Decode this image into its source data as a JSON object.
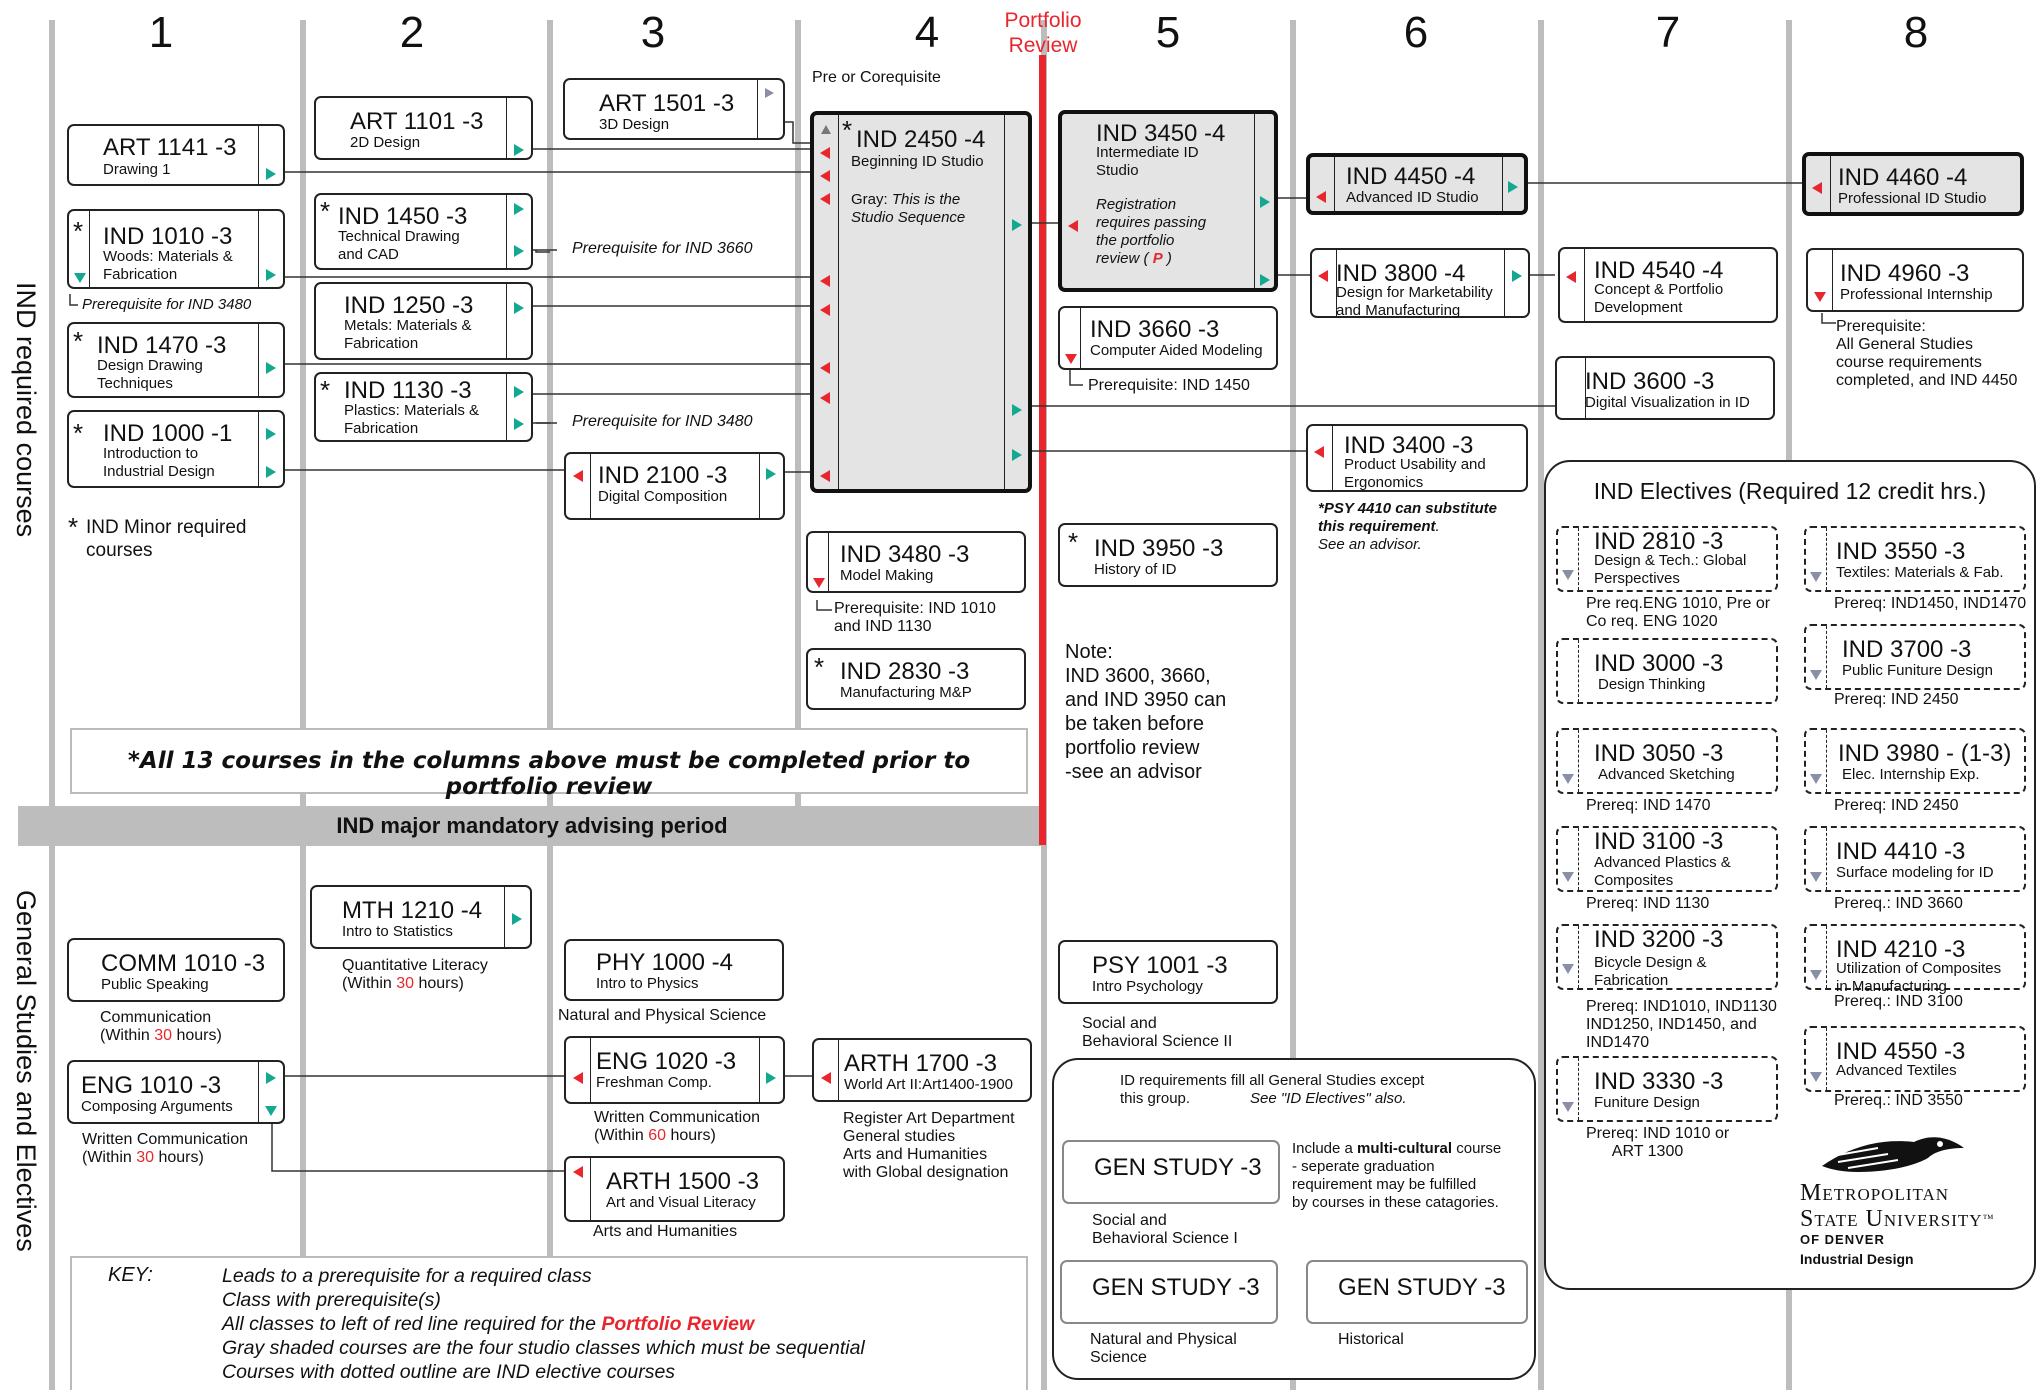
{
  "columns": [
    "1",
    "2",
    "3",
    "4",
    "5",
    "6",
    "7",
    "8"
  ],
  "portfolio_review": "Portfolio\nReview",
  "pre_or_coreq": "Pre or Corequisite",
  "side_labels": {
    "top": "IND required courses",
    "bottom": "General Studies and Electives"
  },
  "colors": {
    "red": "#e8262d",
    "teal": "#14a891",
    "gray_bar": "#bdbdbd",
    "studio_fill": "#e4e4e4"
  },
  "courses": {
    "art1141": {
      "code": "ART 1141 -3",
      "name": "Drawing 1"
    },
    "ind1010": {
      "code": "IND 1010 -3",
      "name": "Woods: Materials &\nFabrication",
      "note": "Prerequisite for IND 3480"
    },
    "ind1470": {
      "code": "IND 1470 -3",
      "name": "Design Drawing\nTechniques"
    },
    "ind1000": {
      "code": "IND 1000 -1",
      "name": "Introduction to\nIndustrial Design"
    },
    "art1101": {
      "code": "ART 1101 -3",
      "name": "2D Design"
    },
    "ind1450": {
      "code": "IND 1450 -3",
      "name": "Technical Drawing\nand CAD",
      "note": "Prerequisite for IND 3660"
    },
    "ind1250": {
      "code": "IND 1250 -3",
      "name": "Metals: Materials &\nFabrication"
    },
    "ind1130": {
      "code": "IND 1130 -3",
      "name": "Plastics: Materials &\nFabrication",
      "note": "Prerequisite for IND 3480"
    },
    "art1501": {
      "code": "ART 1501 -3",
      "name": "3D Design"
    },
    "ind2100": {
      "code": "IND 2100 -3",
      "name": "Digital Composition"
    },
    "ind2450": {
      "code": "IND 2450 -4",
      "name": "Beginning ID Studio",
      "gray": "Gray: ",
      "gray_note": "This is the\nStudio Sequence"
    },
    "ind3480": {
      "code": "IND 3480 -3",
      "name": "Model Making",
      "note": "Prerequisite: IND 1010\nand IND 1130"
    },
    "ind2830": {
      "code": "IND 2830 -3",
      "name": "Manufacturing M&P"
    },
    "ind3450": {
      "code": "IND 3450 -4",
      "name": "Intermediate ID\nStudio",
      "note_a": "Registration\nrequires passing\nthe portfolio\nreview ( ",
      "note_p": "P",
      "note_b": " )"
    },
    "ind3660": {
      "code": "IND 3660 -3",
      "name": "Computer Aided Modeling",
      "note": "Prerequisite: IND 1450"
    },
    "ind3950": {
      "code": "IND 3950 -3",
      "name": "History of ID"
    },
    "ind4450": {
      "code": "IND 4450 -4",
      "name": "Advanced ID Studio"
    },
    "ind3800": {
      "code": "IND 3800 -4",
      "name": "Design for Marketability\nand Manufacturing"
    },
    "ind3400": {
      "code": "IND 3400 -3",
      "name": "Product Usability and\nErgonomics",
      "note_bold": "*PSY 4410 can substitute\nthis requirement",
      "note_tail": ".\nSee an advisor."
    },
    "ind4540": {
      "code": "IND 4540 -4",
      "name": "Concept & Portfolio\nDevelopment"
    },
    "ind3600": {
      "code": "IND 3600 -3",
      "name": "Digital Visualization in ID"
    },
    "ind4460": {
      "code": "IND 4460 -4",
      "name": "Professional ID Studio"
    },
    "ind4960": {
      "code": "IND 4960 -3",
      "name": "Professional Internship",
      "note": "Prerequisite:\nAll General Studies\ncourse requirements\ncompleted, and IND 4450"
    }
  },
  "minor_note": "IND Minor required\ncourses",
  "completion_note": "*All 13 courses in the columns above must be completed prior to portfolio review",
  "advising_bar": "IND major mandatory advising period",
  "col5_note": "Note:\nIND 3600, 3660,\nand IND 3950 can\nbe taken before\nportfolio review\n-see an advisor",
  "electives": {
    "title": "IND Electives (Required 12 credit hrs.)",
    "items": {
      "e2810": {
        "code": "IND 2810 -3",
        "name": "Design & Tech.: Global\nPerspectives",
        "note": "Pre req.ENG 1010, Pre or\nCo req. ENG 1020"
      },
      "e3000": {
        "code": "IND 3000 -3",
        "name": "Design Thinking"
      },
      "e3050": {
        "code": "IND 3050 -3",
        "name": "Advanced Sketching",
        "note": "Prereq: IND 1470"
      },
      "e3100": {
        "code": "IND 3100 -3",
        "name": "Advanced Plastics &\nComposites",
        "note": "Prereq: IND 1130"
      },
      "e3200": {
        "code": "IND 3200 -3",
        "name": "Bicycle Design &\nFabrication",
        "note": "Prereq: IND1010, IND1130\nIND1250, IND1450, and\nIND1470"
      },
      "e3330": {
        "code": "IND 3330 -3",
        "name": "Funiture Design",
        "note": "Prereq: IND 1010 or\n      ART 1300"
      },
      "e3550": {
        "code": "IND 3550 -3",
        "name": "Textiles: Materials & Fab.",
        "note": "Prereq: IND1450, IND1470"
      },
      "e3700": {
        "code": "IND 3700 -3",
        "name": "Public Funiture Design",
        "note": "Prereq: IND 2450"
      },
      "e3980": {
        "code": "IND 3980 - (1-3)",
        "name": "Elec. Internship Exp.",
        "note": "Prereq: IND 2450"
      },
      "e4410": {
        "code": "IND 4410 -3",
        "name": "Surface modeling for ID",
        "note": "Prereq.: IND 3660"
      },
      "e4210": {
        "code": "IND 4210 -3",
        "name": "Utilization of Composites\nin Manufacturing",
        "note": "Prereq.: IND 3100"
      },
      "e4550": {
        "code": "IND 4550 -3",
        "name": "Advanced Textiles",
        "note": "Prereq.: IND 3550"
      }
    }
  },
  "gened": {
    "comm1010": {
      "code": "COMM 1010 -3",
      "name": "Public Speaking",
      "cat": "Communication",
      "within_a": "(Within ",
      "within_n": "30",
      "within_b": " hours)"
    },
    "mth1210": {
      "code": "MTH 1210 -4",
      "name": "Intro to Statistics",
      "cat": "Quantitative Literacy",
      "within_a": "(Within ",
      "within_n": "30",
      "within_b": " hours)"
    },
    "phy1000": {
      "code": "PHY 1000 -4",
      "name": "Intro to Physics",
      "cat": "Natural and Physical Science"
    },
    "eng1010": {
      "code": "ENG 1010 -3",
      "name": "Composing Arguments",
      "cat": "Written Communication",
      "within_a": "(Within ",
      "within_n": "30",
      "within_b": " hours)"
    },
    "eng1020": {
      "code": "ENG 1020 -3",
      "name": "Freshman Comp.",
      "cat": "Written Communication",
      "within_a": "(Within ",
      "within_n": "60",
      "within_b": " hours)"
    },
    "arth1700": {
      "code": "ARTH 1700 -3",
      "name": "World Art II:Art1400-1900",
      "cat": "Register Art Department\nGeneral studies\nArts and Humanities\nwith Global designation"
    },
    "arth1500": {
      "code": "ARTH 1500 -3",
      "name": "Art and Visual Literacy",
      "cat": "Arts and Humanities"
    },
    "psy1001": {
      "code": "PSY 1001 -3",
      "name": "Intro Psychology",
      "cat": "Social and\nBehavioral Science II"
    }
  },
  "gen_panel": {
    "header_a": "ID requirements fill all General Studies except\nthis group.",
    "header_b": "See \"ID Electives\" also.",
    "gs1": {
      "code": "GEN STUDY -3",
      "cat": "Social and\nBehavioral Science I"
    },
    "multi_a": "Include a ",
    "multi_b": "multi-cultural",
    "multi_c": " course\n- seperate graduation\nrequirement may be fulfilled\nby courses in these catagories.",
    "gs2": {
      "code": "GEN STUDY -3",
      "cat": "Natural and Physical\nScience"
    },
    "gs3": {
      "code": "GEN STUDY -3",
      "cat": "Historical"
    }
  },
  "key": {
    "label": "KEY:",
    "lines": [
      "Leads to a prerequisite for a required class",
      "Class with prerequisite(s)",
      "All classes to left of red line required for the ",
      "Gray shaded courses are the four studio classes which must be sequential",
      "Courses with dotted outline are IND elective courses"
    ],
    "highlight": "Portfolio Review"
  },
  "logo": {
    "line1": "Metropolitan",
    "line2": "State University",
    "tm": "™",
    "line3": "OF DENVER",
    "line4": "Industrial Design"
  }
}
